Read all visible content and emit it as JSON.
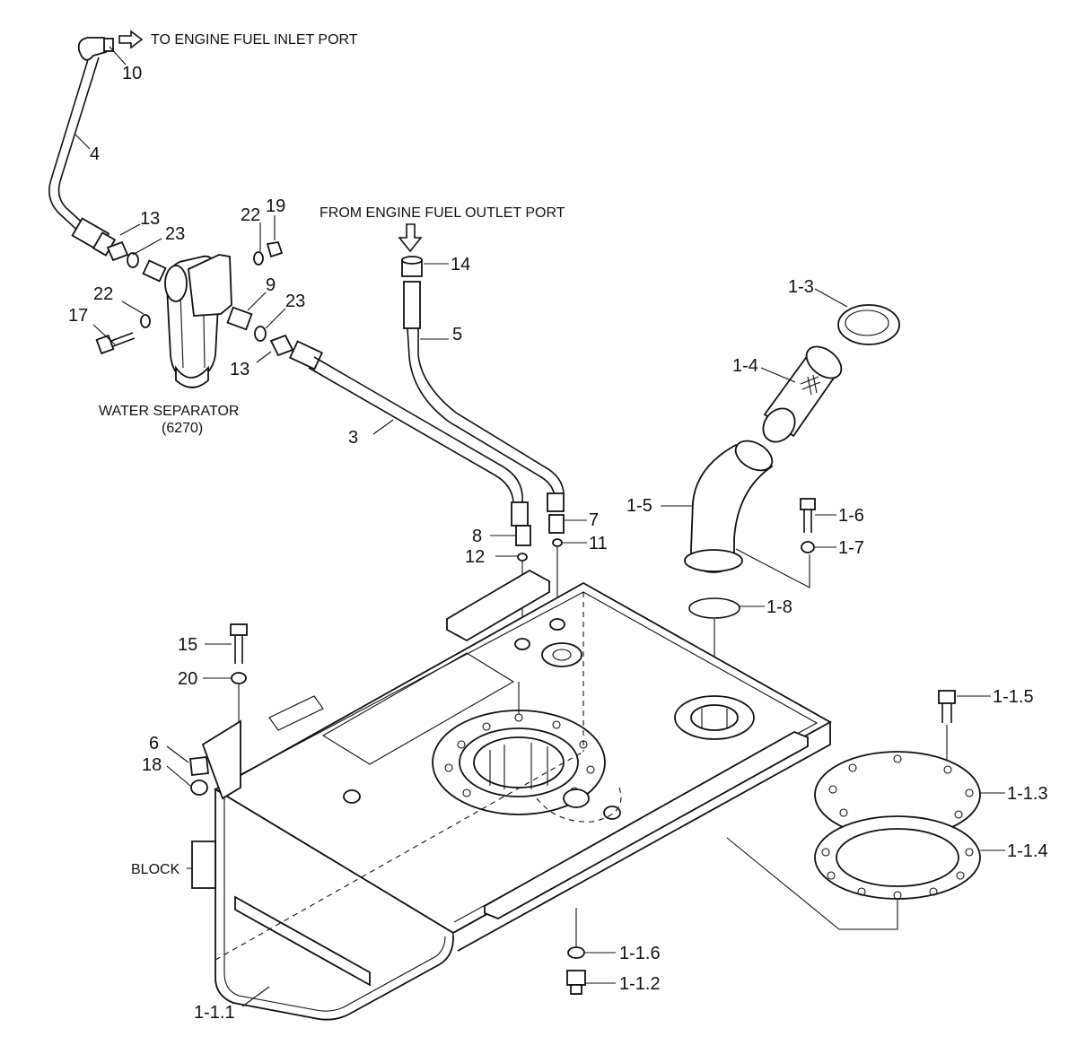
{
  "notes": {
    "to_engine": "TO ENGINE FUEL INLET PORT",
    "from_engine": "FROM ENGINE FUEL OUTLET PORT",
    "water_separator": "WATER SEPARATOR",
    "water_separator_code": "(6270)",
    "block": "BLOCK"
  },
  "callouts": {
    "c10": "10",
    "c4": "4",
    "c13a": "13",
    "c23a": "23",
    "c22a": "22",
    "c19": "19",
    "c9": "9",
    "c23b": "23",
    "c22b": "22",
    "c17": "17",
    "c13b": "13",
    "c14": "14",
    "c5": "5",
    "c3": "3",
    "c8": "8",
    "c7": "7",
    "c12": "12",
    "c11": "11",
    "c1_3": "1-3",
    "c1_4": "1-4",
    "c1_5": "1-5",
    "c1_6": "1-6",
    "c1_7": "1-7",
    "c1_8": "1-8",
    "c15": "15",
    "c20": "20",
    "c6": "6",
    "c18": "18",
    "c1_1_5": "1-1.5",
    "c1_1_3": "1-1.3",
    "c1_1_4": "1-1.4",
    "c1_1_6": "1-1.6",
    "c1_1_2": "1-1.2",
    "c1_1_1": "1-1.1"
  }
}
